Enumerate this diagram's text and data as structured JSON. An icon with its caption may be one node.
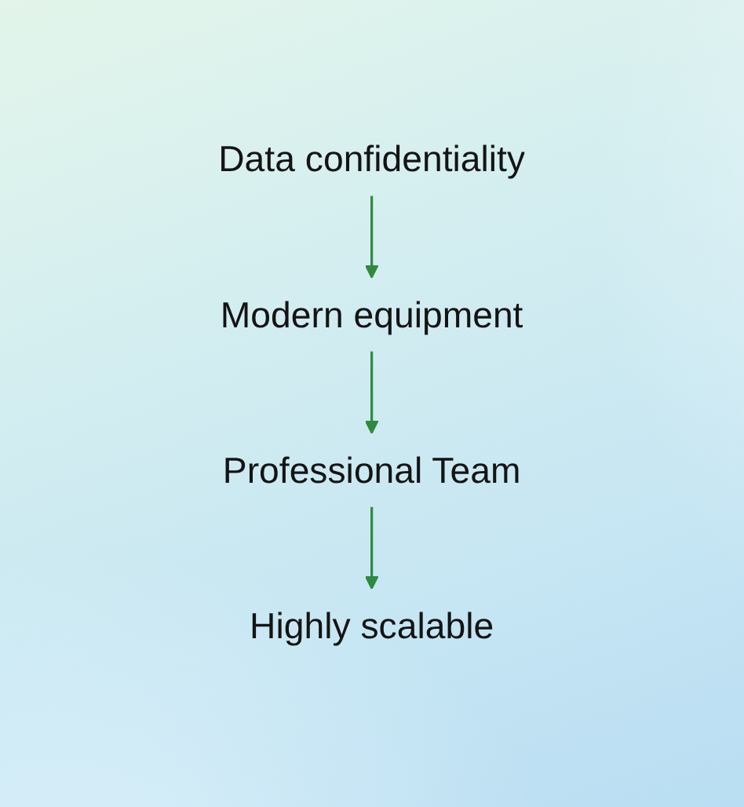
{
  "diagram": {
    "nodes": [
      {
        "text": [
          "Data confidentiality"
        ]
      },
      {
        "text": [
          "Modern equipment"
        ]
      },
      {
        "text": [
          "Professional Team"
        ]
      },
      {
        "text": [
          "Highly scalable"
        ]
      }
    ],
    "edges": [
      {
        "from": 0,
        "to": 1,
        "arrow": "to"
      },
      {
        "from": 1,
        "to": 2,
        "arrow": "to"
      },
      {
        "from": 2,
        "to": 3,
        "arrow": "to"
      }
    ]
  }
}
